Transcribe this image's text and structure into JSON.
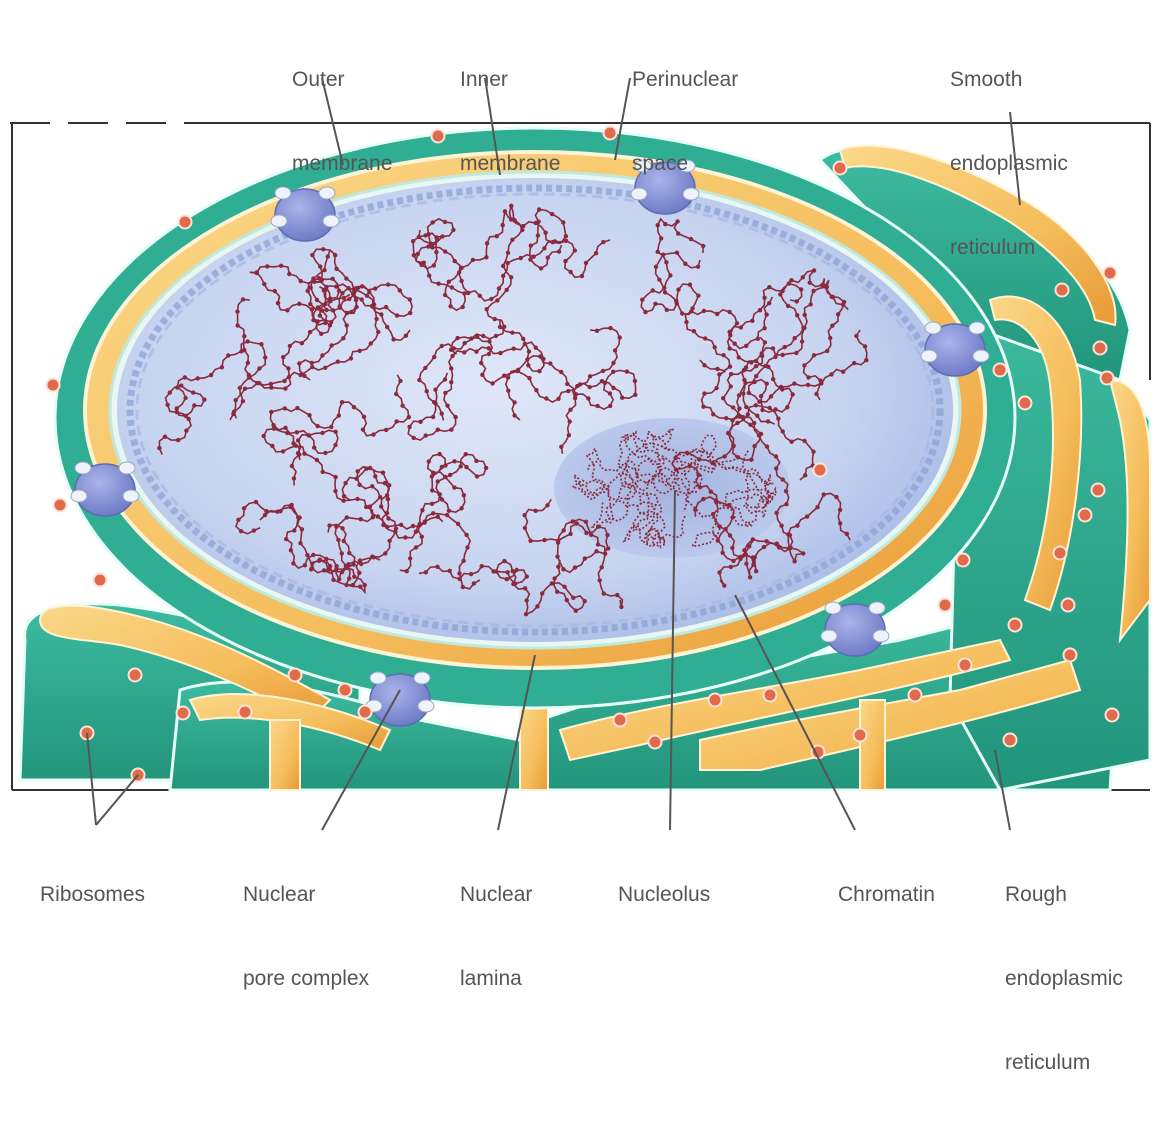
{
  "labels": {
    "outer_membrane": [
      "Outer",
      "membrane"
    ],
    "inner_membrane": [
      "Inner",
      "membrane"
    ],
    "perinuclear_space": [
      "Perinuclear",
      "space"
    ],
    "smooth_er": [
      "Smooth",
      "endoplasmic",
      "reticulum"
    ],
    "ribosomes": [
      "Ribosomes"
    ],
    "nuclear_pore_complex": [
      "Nuclear",
      "pore complex"
    ],
    "nuclear_lamina": [
      "Nuclear",
      "lamina"
    ],
    "nucleolus": [
      "Nucleolus"
    ],
    "chromatin": [
      "Chromatin"
    ],
    "rough_er": [
      "Rough",
      "endoplasmic",
      "reticulum"
    ]
  },
  "colors": {
    "er_teal": "#2fae93",
    "er_teal_dark": "#1c8f76",
    "lumen_yellow": "#f7c46b",
    "lumen_orange": "#efa640",
    "nucleoplasm": "#cdd9f2",
    "nucleolus": "#9fb0dc",
    "lamina": "#8ea3d6",
    "pore": "#8a97d6",
    "chromatin": "#8a2a3c",
    "ribosome": "#e06a4c",
    "label_text": "#555555"
  }
}
